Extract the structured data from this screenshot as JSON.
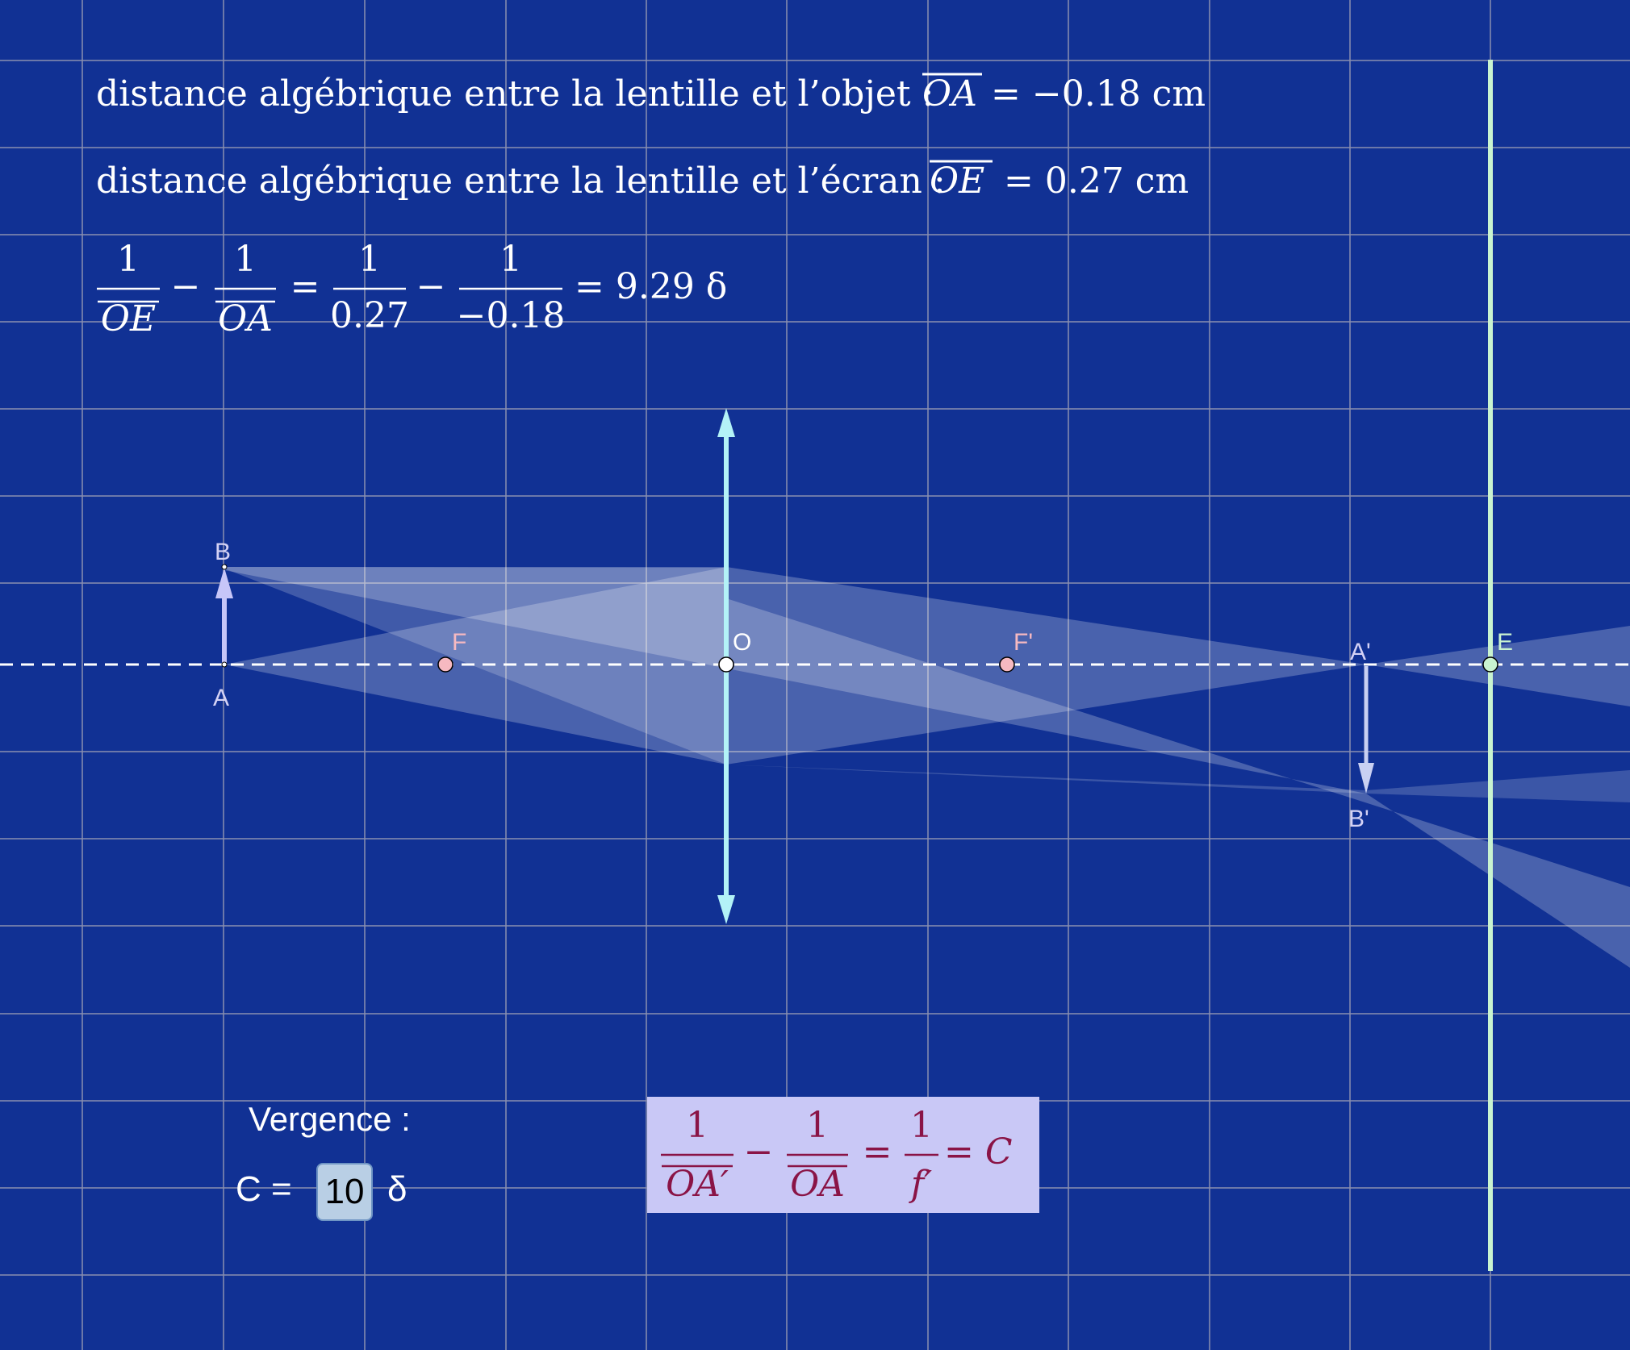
{
  "colors": {
    "background": "#113194",
    "grid": "#8a8fb0",
    "axis": "#ffffff",
    "lens": "#b3f2f7",
    "object_arrow": "#c7c6f8",
    "image_arrow": "#c9d0f2",
    "focal_point": "#f6b9c1",
    "screen": "#c9f3d0",
    "formula_box": "#c9c8f6",
    "formula_text": "#8a1446",
    "ray_fill": "#ffffff"
  },
  "text": {
    "line1_prefix": "distance algébrique entre la lentille et l’objet :",
    "line1_symbol": "OA",
    "line1_value": "= −0.18 cm",
    "line2_prefix": "distance algébrique entre la lentille et l’écran :",
    "line2_symbol": "OE",
    "line2_value": "= 0.27 cm"
  },
  "formula1": {
    "one": "1",
    "den1": "OE",
    "minus": "−",
    "den2": "OA",
    "equals": "=",
    "den3": "0.27",
    "den4": "−0.18",
    "result": "= 9.29 δ"
  },
  "points": {
    "A": "A",
    "B": "B",
    "F": "F",
    "O": "O",
    "Fp": "F'",
    "Ap": "A'",
    "Bp": "B'",
    "E": "E"
  },
  "vergence": {
    "title": "Vergence :",
    "c_label": "C =",
    "c_value": "10",
    "unit": "δ"
  },
  "formula2": {
    "one": "1",
    "den1": "OA′",
    "minus": "−",
    "den2": "OA",
    "equals": "=",
    "den3": "f′",
    "result": "= C"
  },
  "icons": {
    "lens": "converging-lens-icon",
    "screen": "screen-line-icon"
  }
}
